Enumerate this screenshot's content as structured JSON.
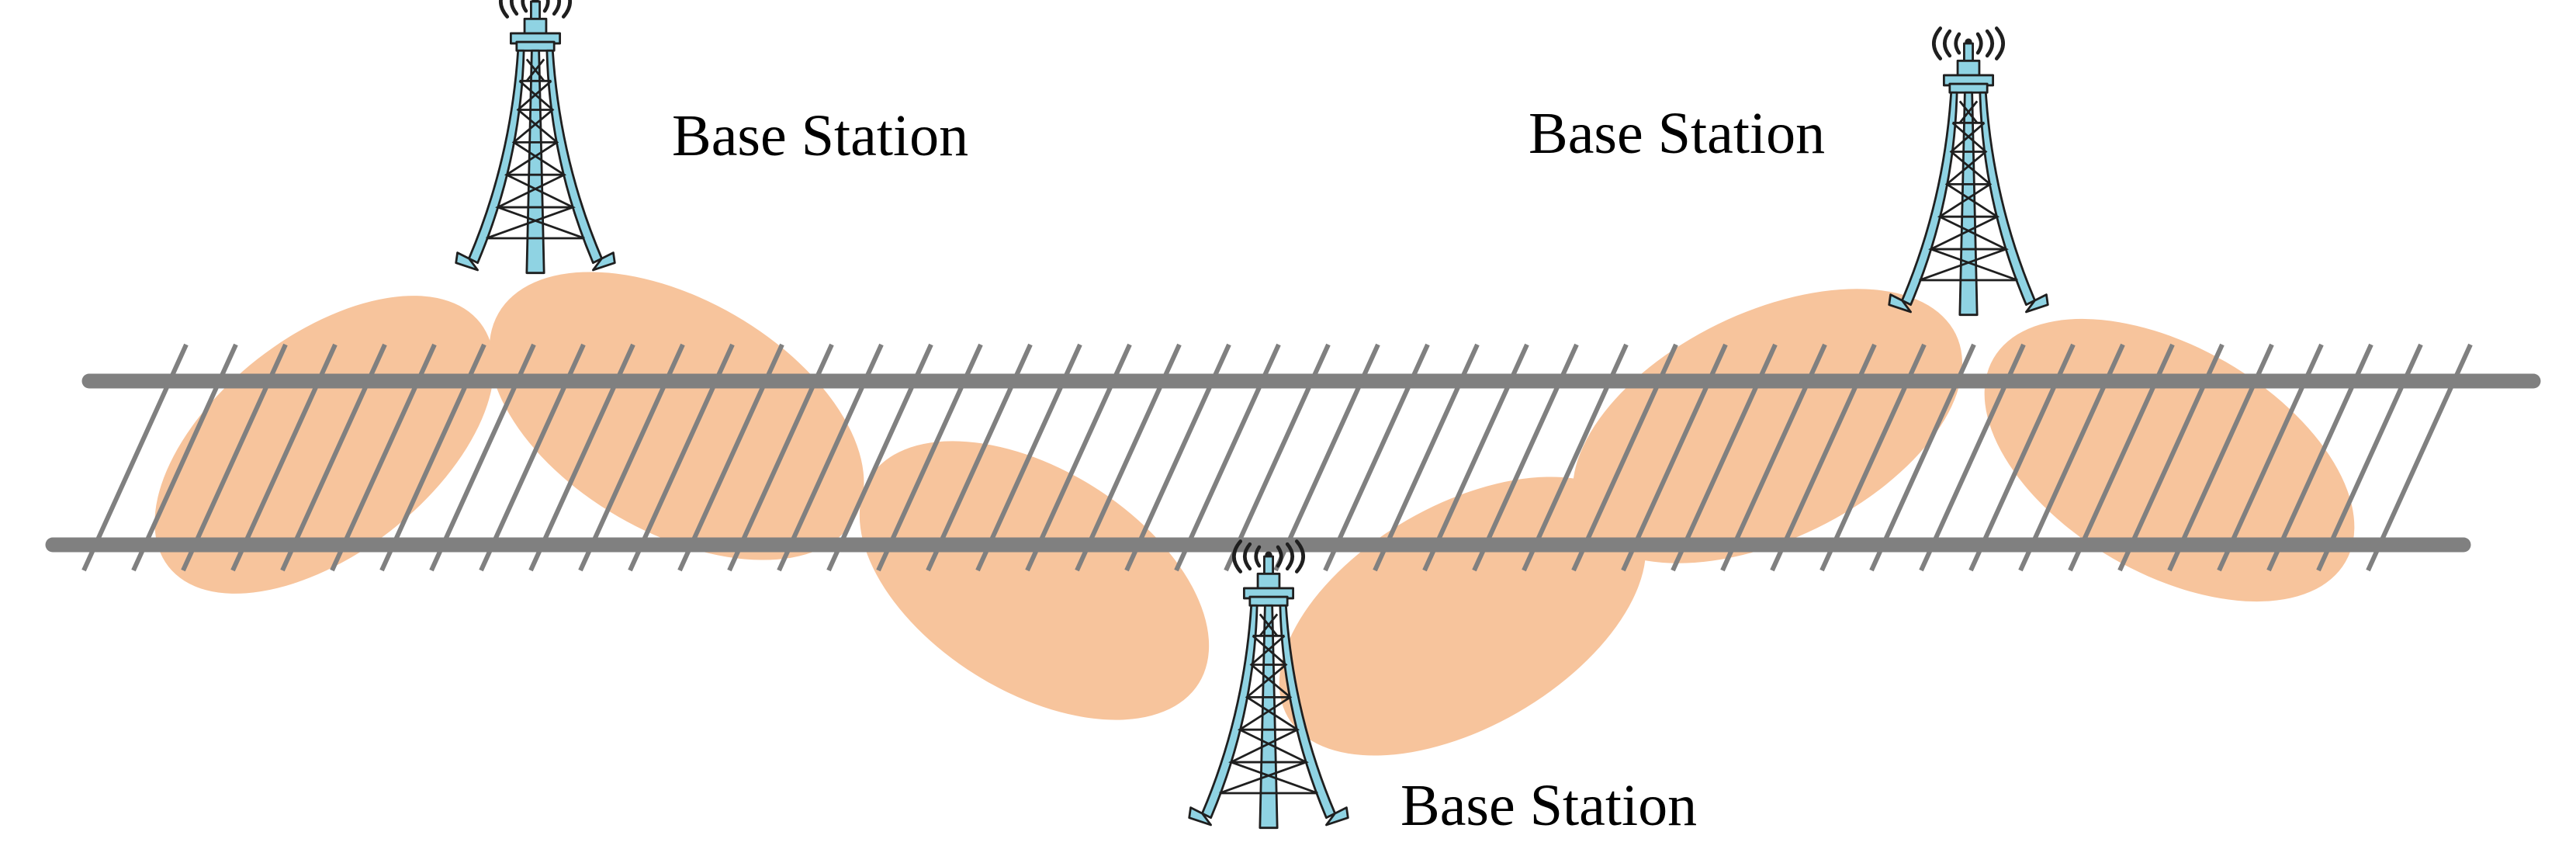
{
  "diagram": {
    "label_text": "Base Station",
    "beam_color": "#f7c49c",
    "rail_color": "#808080",
    "tower_color": "#8fd3e3",
    "stations": [
      {
        "label": "Base Station",
        "icon": "cell-tower-icon"
      },
      {
        "label": "Base Station",
        "icon": "cell-tower-icon"
      },
      {
        "label": "Base Station",
        "icon": "cell-tower-icon"
      }
    ]
  }
}
